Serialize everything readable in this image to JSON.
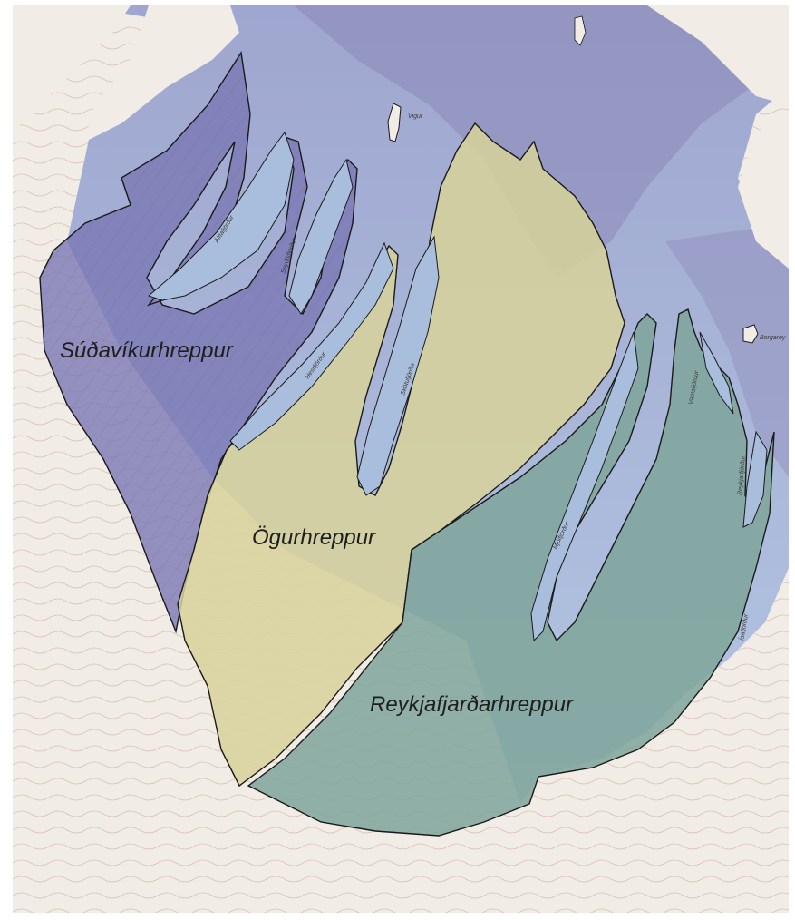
{
  "regions": [
    {
      "id": "sudavikurhreppur",
      "name": "Súðavíkurhreppur",
      "color": "#7a78b4"
    },
    {
      "id": "ogurhreppur",
      "name": "Ögurhreppur",
      "color": "#d8d29a"
    },
    {
      "id": "reykjafjardarhreppur",
      "name": "Reykjafjarðarhreppur",
      "color": "#7fa49a"
    }
  ],
  "place_labels": {
    "vigur": "Vigur",
    "borgarey": "Borgarey",
    "alftafjordur": "Álftafjörður",
    "seydisfjordur": "Seyðisfjörður",
    "hestfjordur": "Hestfjörður",
    "skotufjordur": "Skötufjörður",
    "mjoifjordur": "Mjóifjörður",
    "vatnsfjordur": "Vatnsfjörður",
    "reykjarfjordur": "Reykjarfjörður",
    "isafjordur": "Ísafjörður"
  },
  "colors": {
    "sea": "#a9bedc",
    "deep_sea": "#8e8fb8",
    "land": "#f2ece6",
    "contour": "#b98a76",
    "boundary": "#1a1a1a"
  }
}
